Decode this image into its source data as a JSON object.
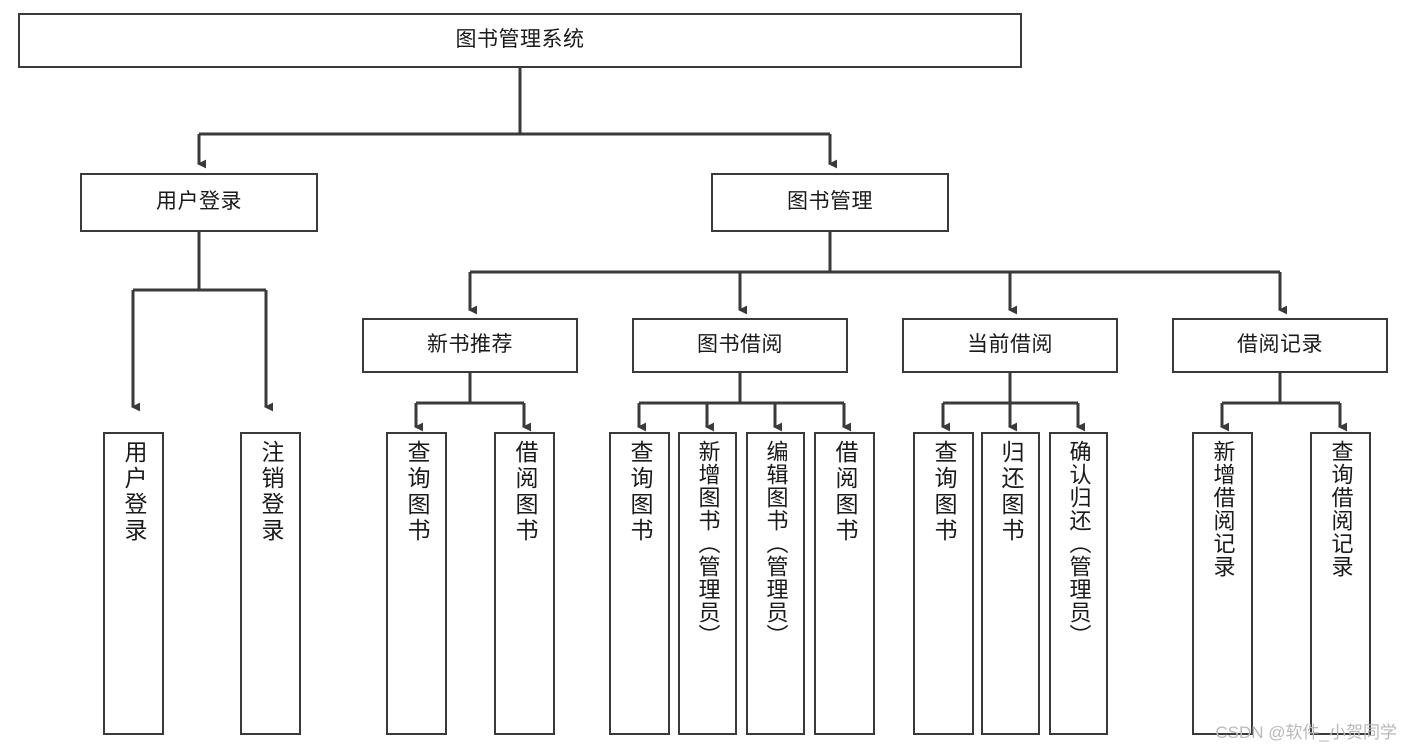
{
  "diagram": {
    "title": "图书管理系统",
    "type": "tree-hierarchy-chart",
    "stroke_color": "#3a3a3a",
    "background_color": "#ffffff",
    "root": {
      "id": "root",
      "label": "图书管理系统"
    },
    "level2": [
      {
        "id": "user-login",
        "label": "用户登录"
      },
      {
        "id": "book-manage",
        "label": "图书管理"
      }
    ],
    "level3": [
      {
        "id": "new-book-recommend",
        "label": "新书推荐"
      },
      {
        "id": "book-borrow",
        "label": "图书借阅"
      },
      {
        "id": "current-borrow",
        "label": "当前借阅"
      },
      {
        "id": "borrow-record",
        "label": "借阅记录"
      }
    ],
    "leaves": {
      "user_login": [
        {
          "id": "leaf-user-login",
          "label": "用户登录"
        },
        {
          "id": "leaf-logout-login",
          "label": "注销登录"
        }
      ],
      "new_book_recommend": [
        {
          "id": "leaf-query-book-1",
          "label": "查询图书"
        },
        {
          "id": "leaf-borrow-book-1",
          "label": "借阅图书"
        }
      ],
      "book_borrow": [
        {
          "id": "leaf-query-book-2",
          "label": "查询图书"
        },
        {
          "id": "leaf-add-book",
          "label": "新增图书（管理员）"
        },
        {
          "id": "leaf-edit-book",
          "label": "编辑图书（管理员）"
        },
        {
          "id": "leaf-borrow-book-2",
          "label": "借阅图书"
        }
      ],
      "current_borrow": [
        {
          "id": "leaf-query-book-3",
          "label": "查询图书"
        },
        {
          "id": "leaf-return-book",
          "label": "归还图书"
        },
        {
          "id": "leaf-confirm-return",
          "label": "确认归还（管理员）"
        }
      ],
      "borrow_record": [
        {
          "id": "leaf-add-record",
          "label": "新增借阅记录"
        },
        {
          "id": "leaf-query-record",
          "label": "查询借阅记录"
        }
      ]
    }
  },
  "watermark": {
    "text": "CSDN @软件_小贺同学"
  }
}
